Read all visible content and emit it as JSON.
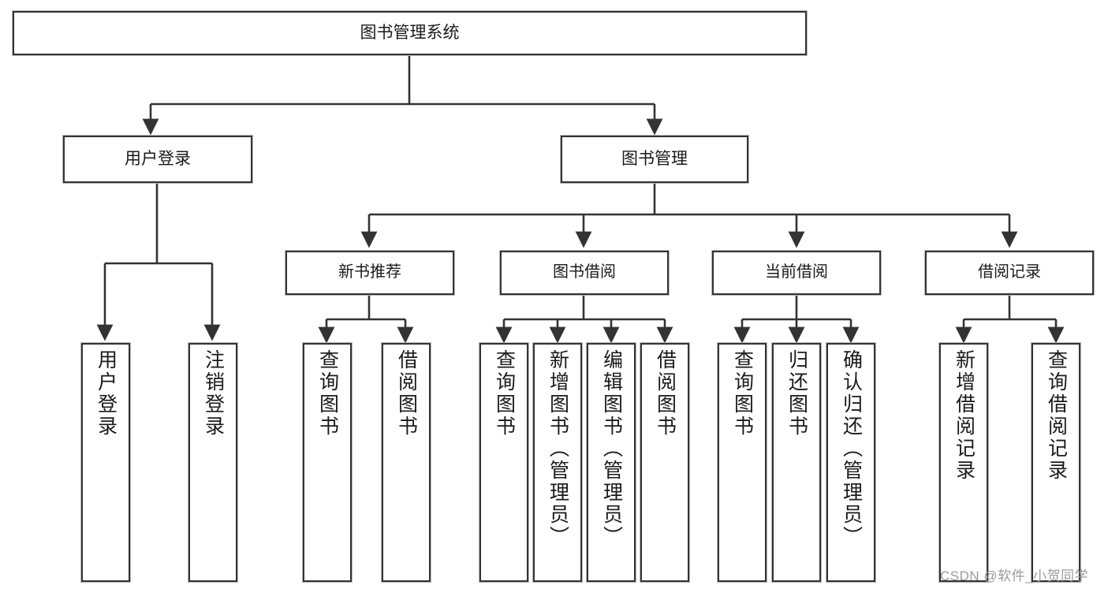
{
  "diagram": {
    "title": "图书管理系统",
    "watermark": "CSDN @软件_小贺同学",
    "colors": {
      "border": "#333333",
      "border_outer": "#b8b8b8",
      "background": "#ffffff",
      "text": "#1a1a1a",
      "edge": "#333333",
      "watermark": "#9a9a9a"
    },
    "root": {
      "label": "图书管理系统"
    },
    "level2": [
      {
        "label": "用户登录"
      },
      {
        "label": "图书管理"
      }
    ],
    "level3": [
      {
        "label": "新书推荐"
      },
      {
        "label": "图书借阅"
      },
      {
        "label": "当前借阅"
      },
      {
        "label": "借阅记录"
      }
    ],
    "leaves": {
      "user_login": [
        {
          "label": "用户登录"
        },
        {
          "label": "注销登录"
        }
      ],
      "new_book_recommend": [
        {
          "label": "查询图书"
        },
        {
          "label": "借阅图书"
        }
      ],
      "book_borrow": [
        {
          "label": "查询图书"
        },
        {
          "label": "新增图书（管理员）"
        },
        {
          "label": "编辑图书（管理员）"
        },
        {
          "label": "借阅图书"
        }
      ],
      "current_borrow": [
        {
          "label": "查询图书"
        },
        {
          "label": "归还图书"
        },
        {
          "label": "确认归还（管理员）"
        }
      ],
      "borrow_record": [
        {
          "label": "新增借阅记录"
        },
        {
          "label": "查询借阅记录"
        }
      ]
    }
  }
}
